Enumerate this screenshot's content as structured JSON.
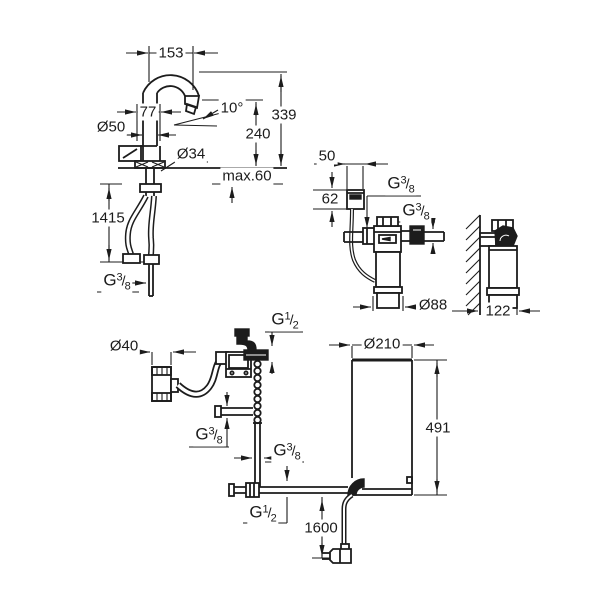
{
  "colors": {
    "line": "#1c1c1c",
    "background": "#ffffff"
  },
  "dims": {
    "spout_reach": "153",
    "spout_offset": "77",
    "body_diameter": "Ø50",
    "spout_angle": "10°",
    "total_height": "339",
    "outlet_height": "240",
    "hole_diameter": "Ø34",
    "deck_max_thickness": "max.60",
    "supply_hose_length": "1415",
    "control_box_width": "50",
    "control_box_height": "62",
    "filter_diameter": "Ø88",
    "wall_unit_depth": "122",
    "adapter_diameter": "Ø40",
    "boiler_diameter": "Ø210",
    "boiler_height": "491",
    "power_cable_length": "1600"
  },
  "threads": {
    "faucet_supply": {
      "prefix": "G",
      "num": "3",
      "den": "8"
    },
    "filter_inlet": {
      "prefix": "G",
      "num": "3",
      "den": "8"
    },
    "filter_outlet": {
      "prefix": "G",
      "num": "3",
      "den": "8"
    },
    "valve_top": {
      "prefix": "G",
      "num": "1",
      "den": "2"
    },
    "valve_stub": {
      "prefix": "G",
      "num": "3",
      "den": "8"
    },
    "valve_pipe": {
      "prefix": "G",
      "num": "3",
      "den": "8"
    },
    "boiler_inlet": {
      "prefix": "G",
      "num": "1",
      "den": "2"
    }
  },
  "ui": {
    "slash": "/"
  }
}
